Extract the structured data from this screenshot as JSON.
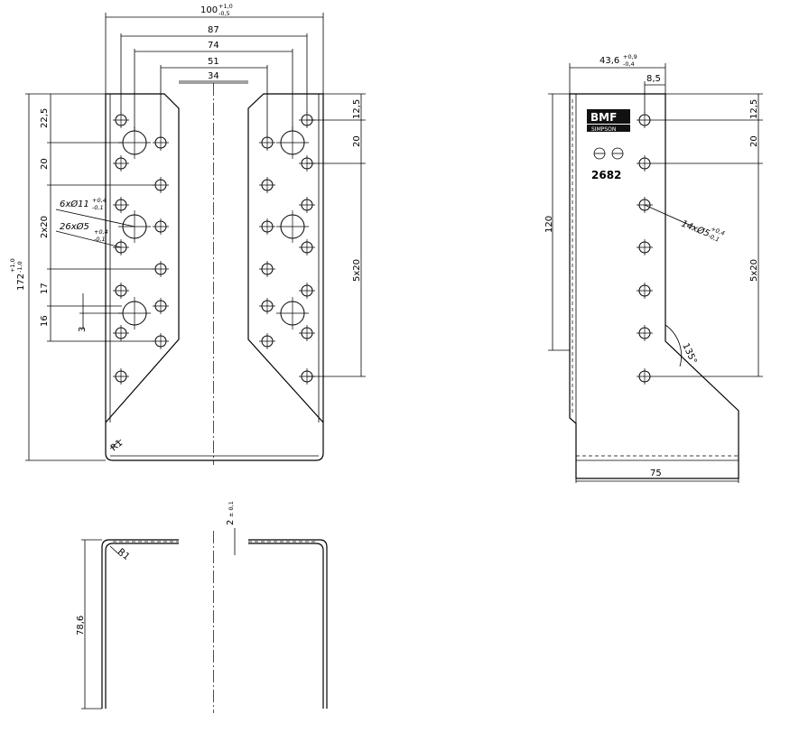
{
  "front": {
    "overall_width": "100",
    "overall_width_tol_up": "+1,0",
    "overall_width_tol_down": "-0,5",
    "w87": "87",
    "w74": "74",
    "w51": "51",
    "w34": "34",
    "height": "172",
    "height_tol_up": "+1,0",
    "height_tol_down": "-1,0",
    "v22_5": "22,5",
    "v20": "20",
    "v2x20": "2x20",
    "v17": "17",
    "v16": "16",
    "v3": "3",
    "r12_5": "12,5",
    "r20": "20",
    "r5x20": "5x20",
    "big_holes": "6xØ11",
    "big_holes_tol_up": "+0,4",
    "big_holes_tol_down": "-0,1",
    "small_holes": "26xØ5",
    "small_holes_tol_up": "+0,4",
    "small_holes_tol_down": "-0,1",
    "radius": "R1"
  },
  "side": {
    "width": "43,6",
    "width_tol_up": "+0,9",
    "width_tol_down": "-0,4",
    "edge": "8,5",
    "v120": "120",
    "r12_5": "12,5",
    "r20": "20",
    "r5x20": "5x20",
    "holes": "14xØ5",
    "holes_tol_up": "+0,4",
    "holes_tol_down": "-0,1",
    "angle": "135°",
    "base": "75",
    "logo": "BMF",
    "logo_sub": "SIMPSON",
    "part_no": "2682"
  },
  "bottom": {
    "thickness": "2",
    "thickness_tol": "± 0,1",
    "height": "78,6",
    "radius": "R1"
  }
}
